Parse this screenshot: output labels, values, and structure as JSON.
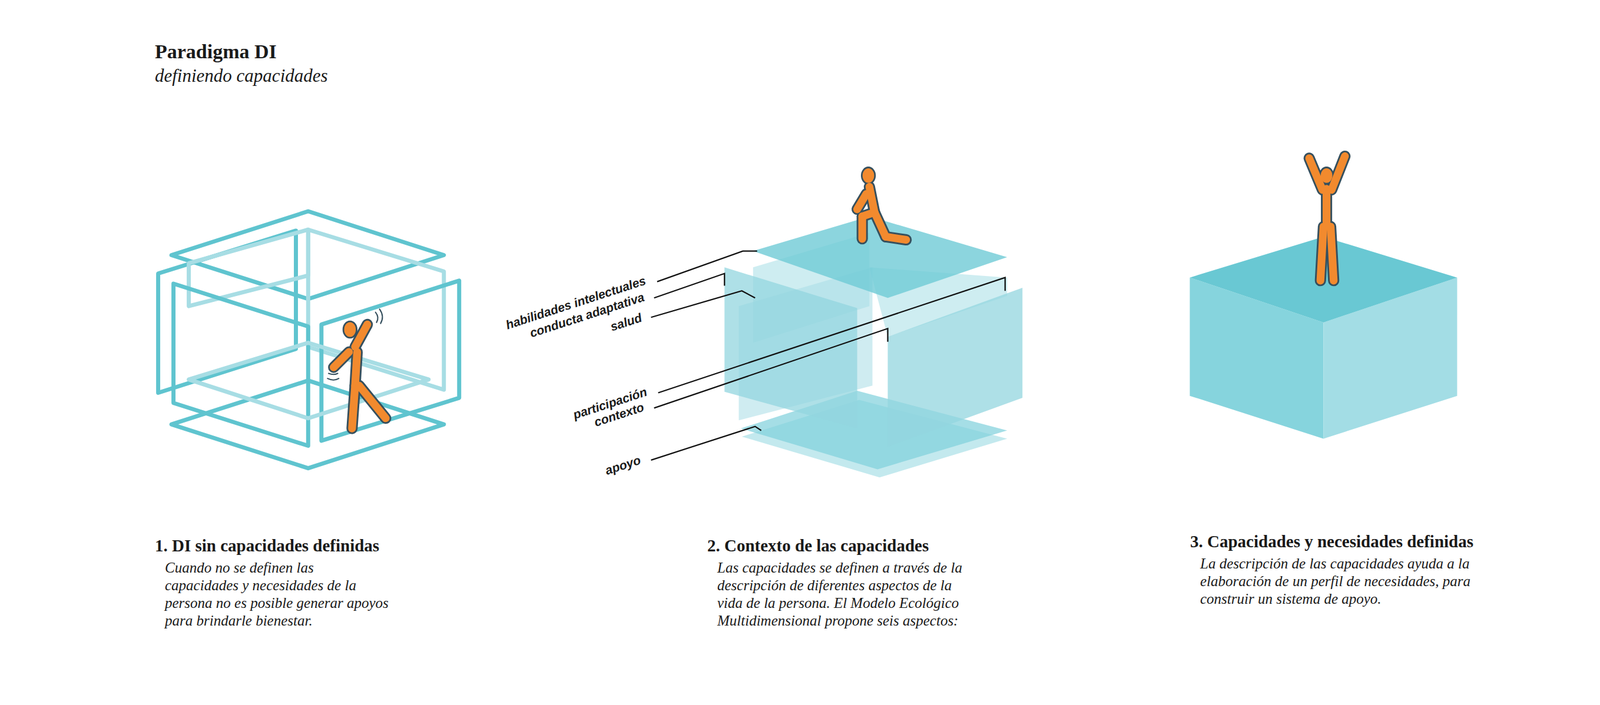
{
  "diagram": {
    "title": "Paradigma DI",
    "nodes": [
      {
        "text": [
          "1. DI sin capacidades definidas",
          "Cuando no se definen las capacidades y necesidades de la persona no es posible generar apoyos para brindarle bienestar."
        ]
      },
      {
        "text": [
          "2. Contexto de las capacidades",
          "Las capacidades se definen a través de la descripción de diferentes aspectos de la vida de la persona. El Modelo Ecológico Multidimensional propone seis aspectos:"
        ]
      },
      {
        "text": [
          "3. Capacidades y necesidades definidas",
          "La descripción de las capacidades ayuda a la elaboración de un perfil de necesidades, para construir un sistema de apoyo."
        ]
      }
    ],
    "labels": [
      "definiendo capacidades",
      "habilidades intelectuales",
      "conducta adaptativa",
      "salud",
      "participación",
      "contexto",
      "apoyo"
    ]
  }
}
